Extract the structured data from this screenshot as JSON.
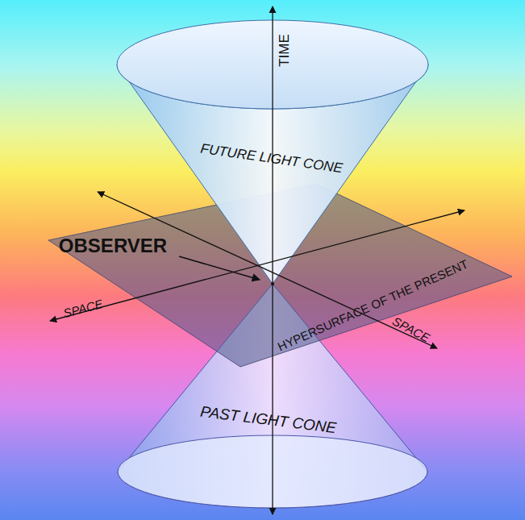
{
  "diagram": {
    "labels": [
      "TIME",
      "FUTURE LIGHT CONE",
      "OBSERVER",
      "SPACE",
      "HYPERSURFACE OF THE PRESENT",
      "SPACE",
      "PAST LIGHT CONE"
    ]
  }
}
